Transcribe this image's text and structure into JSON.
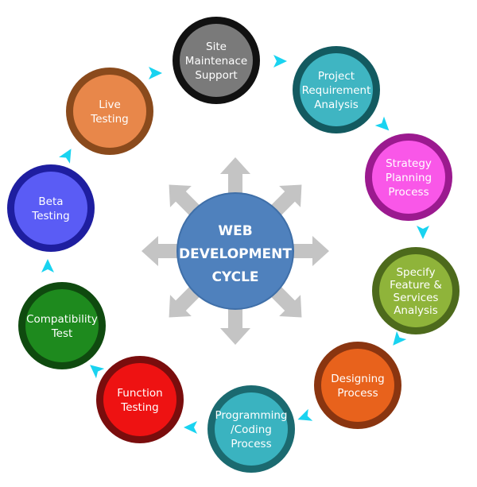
{
  "center": {
    "lines": [
      "WEB",
      "DEVELOPMENT",
      "CYCLE"
    ],
    "color": "#4f81bd"
  },
  "arrow_color": "#19d3f0",
  "spoke_color": "#c4c4c4",
  "steps": [
    {
      "lines": [
        "Site",
        "Maintenace",
        "Support"
      ],
      "fill": "#7a7a7a",
      "ring": "#111111"
    },
    {
      "lines": [
        "Project",
        "Requirement",
        "Analysis"
      ],
      "fill": "#3fb5c2",
      "ring": "#135a60"
    },
    {
      "lines": [
        "Strategy",
        "Planning",
        "Process"
      ],
      "fill": "#f957e8",
      "ring": "#9b1a8f"
    },
    {
      "lines": [
        "Specify",
        "Feature &",
        "Services",
        "Analysis"
      ],
      "fill": "#8fb43a",
      "ring": "#4d6a1c"
    },
    {
      "lines": [
        "Designing",
        "Process"
      ],
      "fill": "#e8621c",
      "ring": "#8a3510"
    },
    {
      "lines": [
        "Programming",
        "/Coding",
        "Process"
      ],
      "fill": "#3ab3c0",
      "ring": "#1b6a70"
    },
    {
      "lines": [
        "Function",
        "Testing"
      ],
      "fill": "#ee1212",
      "ring": "#7a0d0d"
    },
    {
      "lines": [
        "Compatibility",
        "Test"
      ],
      "fill": "#1e8a1e",
      "ring": "#0f4a0f"
    },
    {
      "lines": [
        "Beta",
        "Testing"
      ],
      "fill": "#5a5cf5",
      "ring": "#1e1ea0"
    },
    {
      "lines": [
        "Live",
        "Testing"
      ],
      "fill": "#e8874a",
      "ring": "#8a4a1c"
    }
  ]
}
